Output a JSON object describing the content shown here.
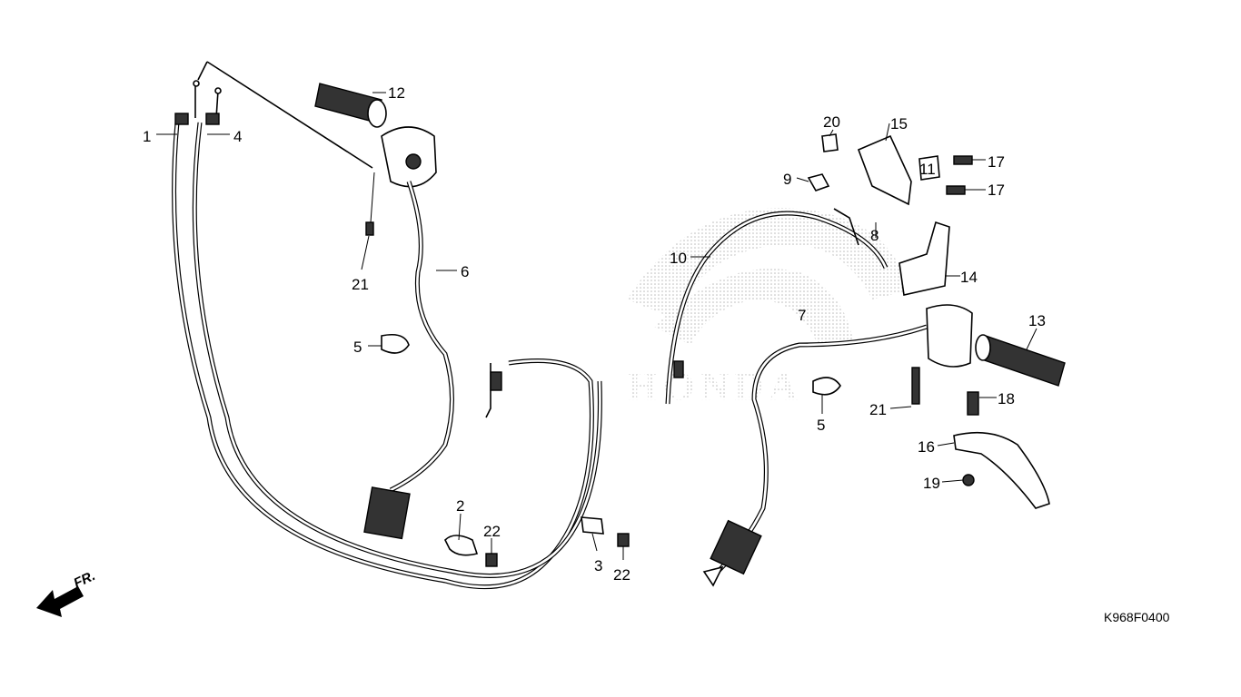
{
  "diagram": {
    "callouts": [
      "1",
      "4",
      "12",
      "21",
      "6",
      "5",
      "2",
      "22",
      "3",
      "22",
      "20",
      "15",
      "17",
      "17",
      "11",
      "9",
      "8",
      "10",
      "14",
      "7",
      "13",
      "21",
      "5",
      "18",
      "16",
      "19"
    ],
    "front_marker": "FR.",
    "drawing_code": "K968F0400",
    "watermark": "HONDA",
    "colors": {
      "line": "#000000",
      "watermark": "#d0d0d0"
    }
  }
}
